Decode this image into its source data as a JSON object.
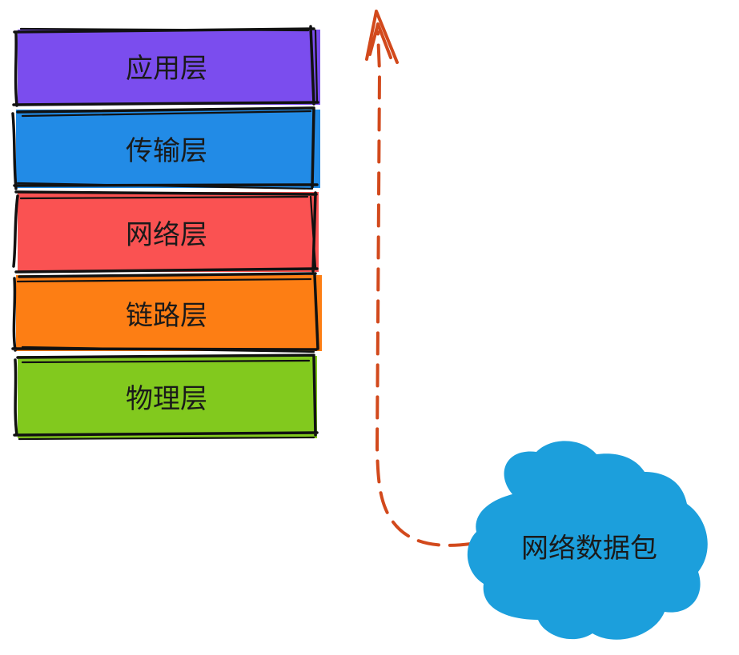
{
  "layers": [
    {
      "label": "应用层",
      "color": "#7b4dee"
    },
    {
      "label": "传输层",
      "color": "#228be6"
    },
    {
      "label": "网络层",
      "color": "#fa5252"
    },
    {
      "label": "链路层",
      "color": "#fd7e14"
    },
    {
      "label": "物理层",
      "color": "#82c91e"
    }
  ],
  "packet": {
    "label": "网络数据包",
    "color": "#1c9fdc"
  },
  "arrow": {
    "color": "#d2491c",
    "style": "dashed",
    "direction": "up"
  }
}
